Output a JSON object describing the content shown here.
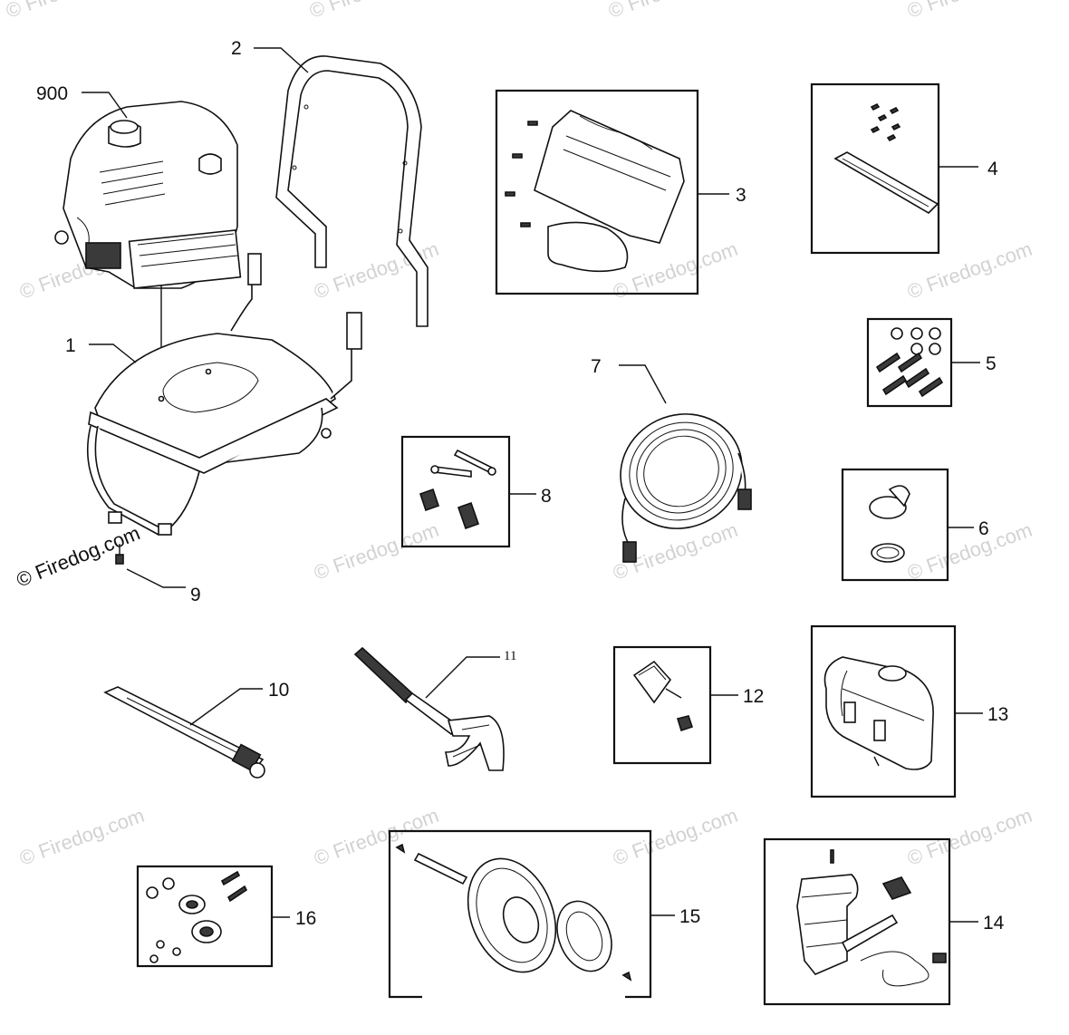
{
  "watermark": {
    "text": "© Firedog.com",
    "copyright": "© Firedog.com"
  },
  "callouts": [
    {
      "id": "900",
      "label": "900"
    },
    {
      "id": "1",
      "label": "1"
    },
    {
      "id": "2",
      "label": "2"
    },
    {
      "id": "3",
      "label": "3"
    },
    {
      "id": "4",
      "label": "4"
    },
    {
      "id": "5",
      "label": "5"
    },
    {
      "id": "6",
      "label": "6"
    },
    {
      "id": "7",
      "label": "7"
    },
    {
      "id": "8",
      "label": "8"
    },
    {
      "id": "9",
      "label": "9"
    },
    {
      "id": "10",
      "label": "10"
    },
    {
      "id": "11",
      "label": "11"
    },
    {
      "id": "12",
      "label": "12"
    },
    {
      "id": "13",
      "label": "13"
    },
    {
      "id": "14",
      "label": "14"
    },
    {
      "id": "15",
      "label": "15"
    },
    {
      "id": "16",
      "label": "16"
    }
  ]
}
